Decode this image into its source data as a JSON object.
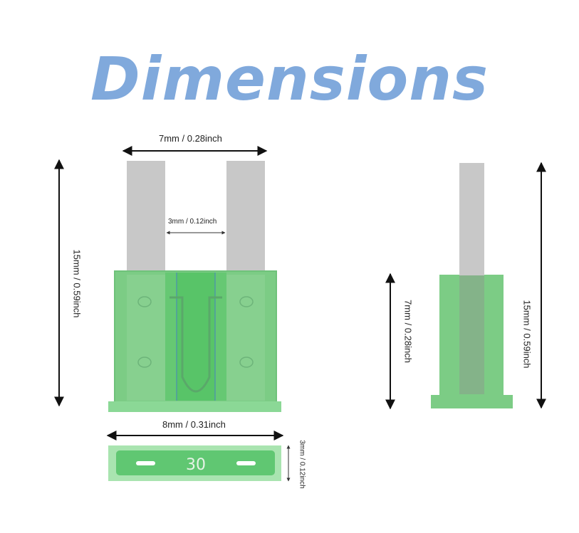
{
  "title": "Dimensions",
  "colors": {
    "title": "#80a9dc",
    "fuse_body": "#7ccc85",
    "fuse_dark": "#55c266",
    "fuse_light": "#a9e4b0",
    "terminal": "#c8c8c8",
    "arrow": "#111111"
  },
  "front_view": {
    "top_width_label": "7mm / 0.28inch",
    "gap_label": "3mm / 0.12inch",
    "height_label": "15mm / 0.59inch",
    "bottom_width_label": "8mm / 0.31inch"
  },
  "top_view": {
    "rating": "30",
    "thickness_label": "3mm / 0.12inch"
  },
  "side_view": {
    "body_height_label": "7mm / 0.28inch",
    "height_label": "15mm / 0.59inch"
  }
}
